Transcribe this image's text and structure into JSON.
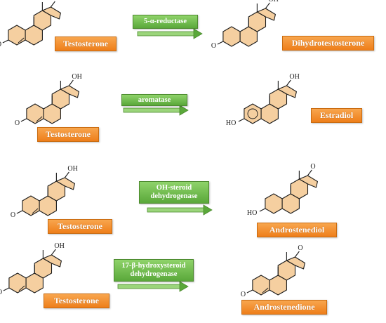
{
  "reactions": [
    {
      "substrate": "Testosterone",
      "enzyme": "5-α-reductase",
      "product": "Dihydrotestosterone"
    },
    {
      "substrate": "Testosterone",
      "enzyme": "aromatase",
      "product": "Estradiol"
    },
    {
      "substrate": "Testosterone",
      "enzyme": "OH-steroid\ndehydrogenase",
      "product": "Androstenediol"
    },
    {
      "substrate": "Testosterone",
      "enzyme": "17-β-hydroxysteroid\ndehydrogenase",
      "product": "Androstenedione"
    }
  ],
  "atoms": {
    "hydroxyl": "OH",
    "ketone": "O",
    "hydroxy_left": "HO"
  },
  "colors": {
    "ring": "#f5cfa0",
    "ring_stroke": "#1a1a1a",
    "label_orange": "#f29434",
    "enzyme_green": "#6dbf4b",
    "arrow_green": "#5aa83a"
  }
}
